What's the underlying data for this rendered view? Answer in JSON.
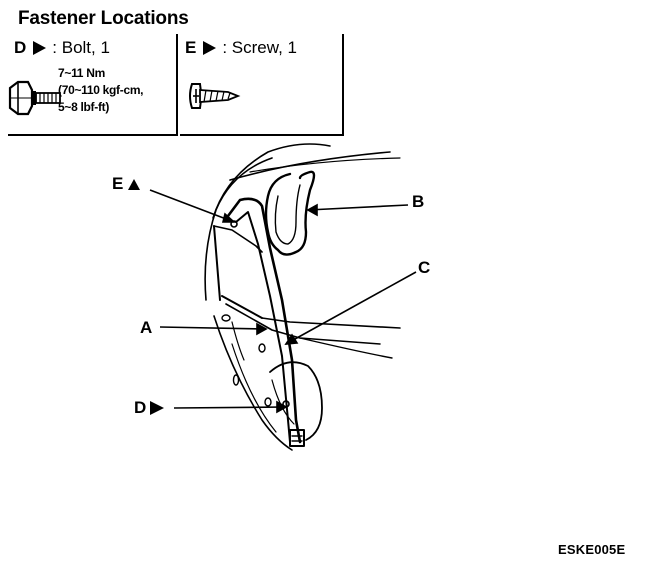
{
  "title": "Fastener Locations",
  "fastener_d": {
    "key": "D",
    "type_label": ": Bolt, 1",
    "spec_lines": [
      "7~11 Nm",
      "(70~110 kgf-cm,",
      "5~8 lbf-ft)"
    ]
  },
  "fastener_e": {
    "key": "E",
    "type_label": ": Screw, 1"
  },
  "callouts": {
    "a": "A",
    "b": "B",
    "c": "C",
    "d": "D",
    "e": "E"
  },
  "figure_code": "ESKE005E"
}
